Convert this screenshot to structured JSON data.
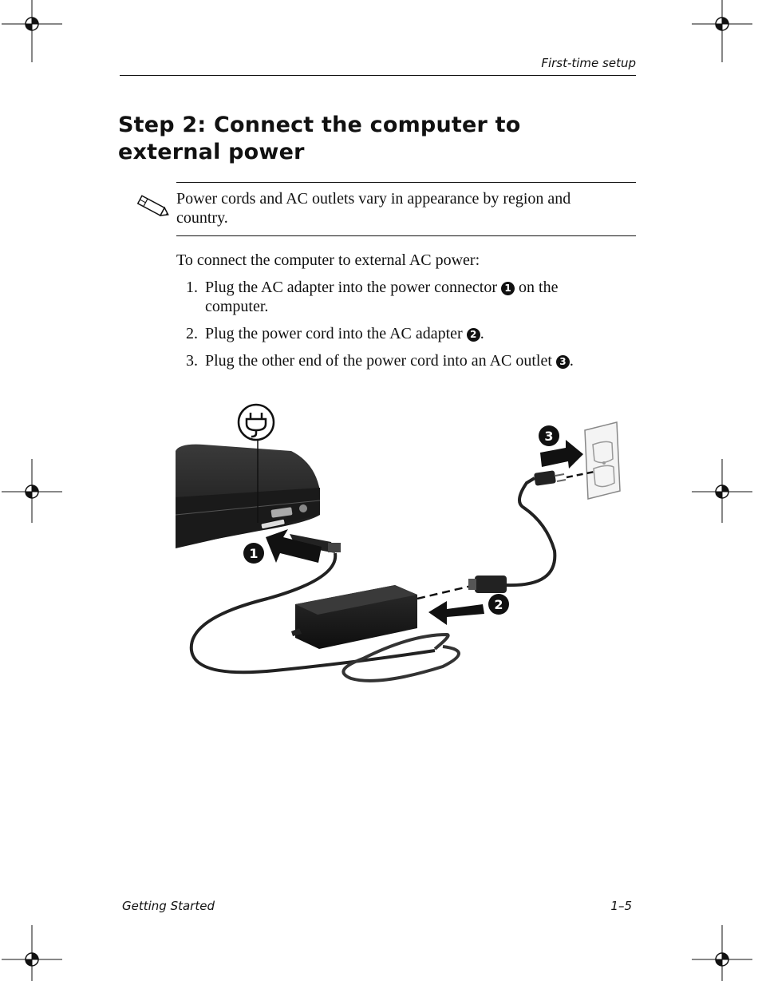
{
  "header": {
    "section": "First-time setup"
  },
  "title": {
    "line1": "Step 2: Connect the computer to",
    "line2": "external power"
  },
  "note": {
    "icon": "pencil-note-icon",
    "text": "Power cords and AC outlets vary in appearance by region and country."
  },
  "intro": "To connect the computer to external AC power:",
  "steps": [
    {
      "number": "1.",
      "before": "Plug the AC adapter into the power connector ",
      "callout": "1",
      "after": " on the computer."
    },
    {
      "number": "2.",
      "before": "Plug the power cord into the AC adapter ",
      "callout": "2",
      "after": "."
    },
    {
      "number": "3.",
      "before": "Plug the other end of the power cord into an AC outlet ",
      "callout": "3",
      "after": "."
    }
  ],
  "illustration": {
    "icon": "power-plug-icon",
    "callouts": [
      "1",
      "2",
      "3"
    ]
  },
  "footer": {
    "left": "Getting Started",
    "right": "1–5"
  }
}
